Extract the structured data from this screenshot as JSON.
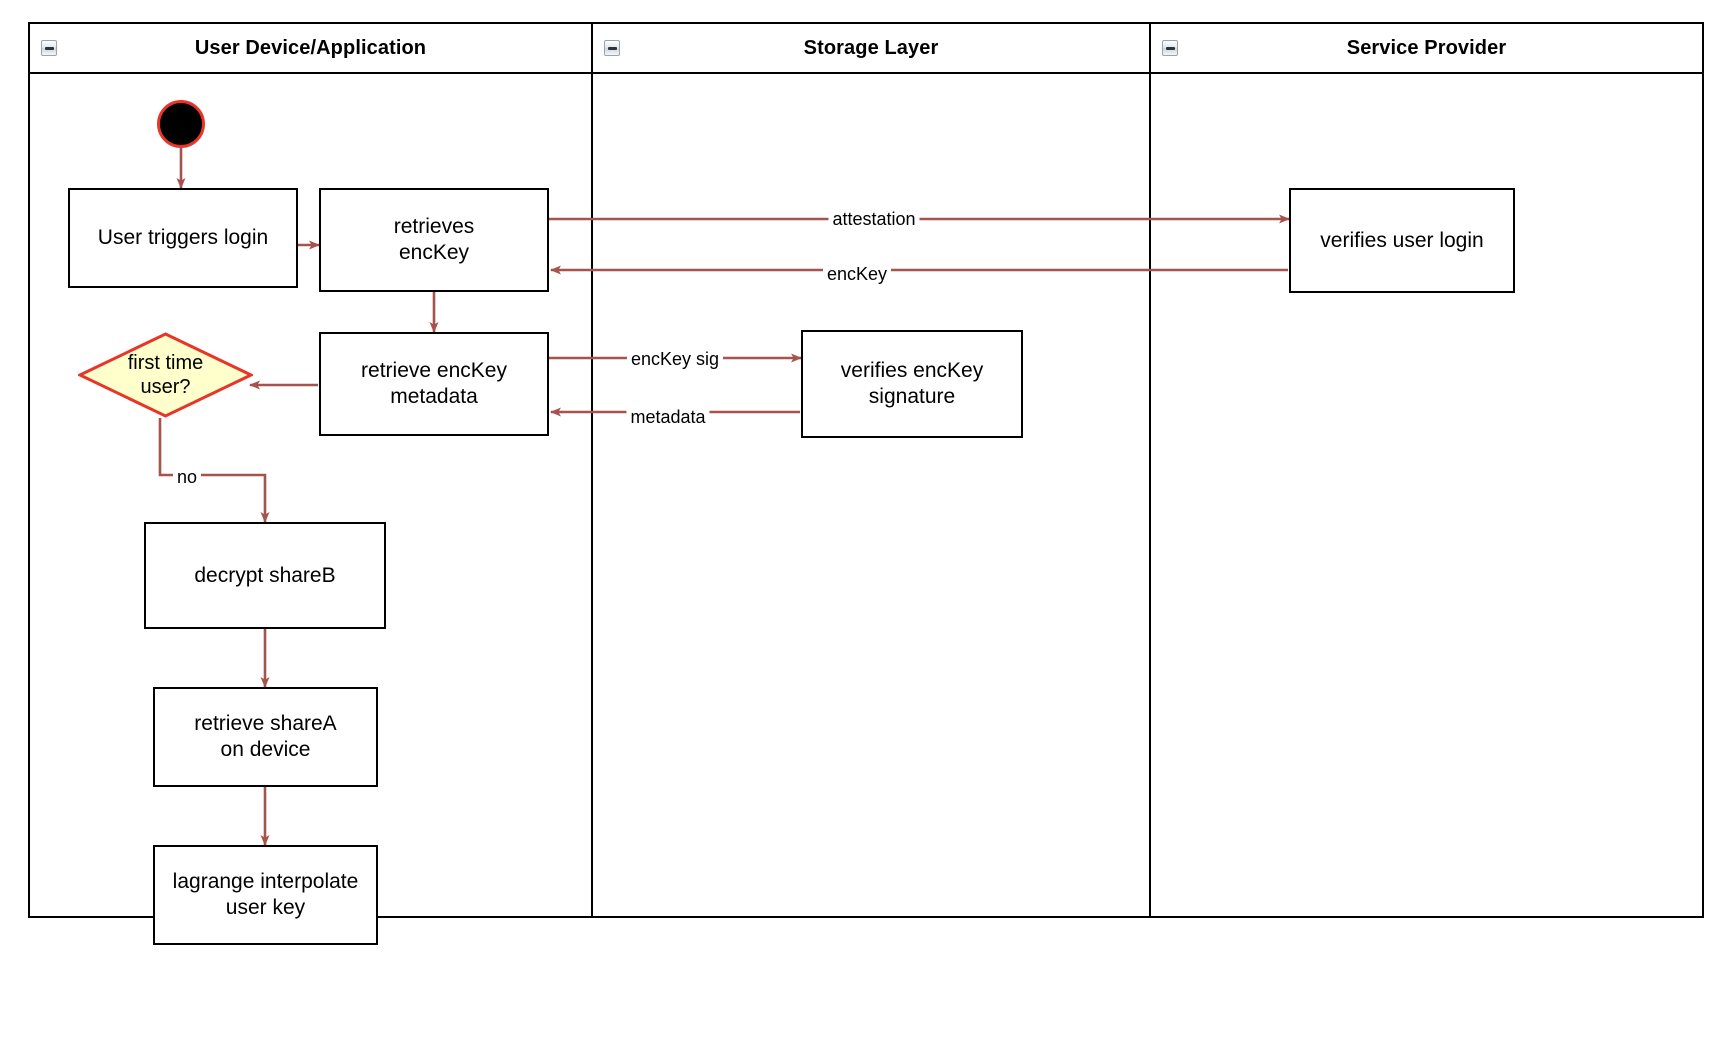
{
  "diagram": {
    "type": "swimlane-activity-diagram",
    "lanes": [
      {
        "id": "user-device",
        "title": "User Device/Application",
        "collapse_icon": "collapse-minus-icon"
      },
      {
        "id": "storage-layer",
        "title": "Storage Layer",
        "collapse_icon": "collapse-minus-icon"
      },
      {
        "id": "service-provider",
        "title": "Service Provider",
        "collapse_icon": "collapse-minus-icon"
      }
    ],
    "nodes": [
      {
        "id": "start",
        "kind": "start",
        "lane": "user-device",
        "label": ""
      },
      {
        "id": "user-triggers-login",
        "kind": "activity",
        "lane": "user-device",
        "label": "User triggers login"
      },
      {
        "id": "retrieves-enckey",
        "kind": "activity",
        "lane": "user-device",
        "label": "retrieves\nencKey"
      },
      {
        "id": "retrieve-enckey-metadata",
        "kind": "activity",
        "lane": "user-device",
        "label": "retrieve encKey\nmetadata"
      },
      {
        "id": "first-time-user",
        "kind": "decision",
        "lane": "user-device",
        "label": "first time\nuser?"
      },
      {
        "id": "decrypt-shareb",
        "kind": "activity",
        "lane": "user-device",
        "label": "decrypt shareB"
      },
      {
        "id": "retrieve-sharea-on-device",
        "kind": "activity",
        "lane": "user-device",
        "label": "retrieve shareA\non device"
      },
      {
        "id": "lagrange-interpolate-user-key",
        "kind": "activity",
        "lane": "user-device",
        "label": "lagrange interpolate\nuser key"
      },
      {
        "id": "verifies-enckey-signature",
        "kind": "activity",
        "lane": "storage-layer",
        "label": "verifies encKey\nsignature"
      },
      {
        "id": "verifies-user-login",
        "kind": "activity",
        "lane": "service-provider",
        "label": "verifies user login"
      }
    ],
    "edges": [
      {
        "id": "e-start-login",
        "from": "start",
        "to": "user-triggers-login",
        "label": ""
      },
      {
        "id": "e-login-retrieves",
        "from": "user-triggers-login",
        "to": "retrieves-enckey",
        "label": ""
      },
      {
        "id": "e-attestation",
        "from": "retrieves-enckey",
        "to": "verifies-user-login",
        "label": "attestation"
      },
      {
        "id": "e-enckey",
        "from": "verifies-user-login",
        "to": "retrieves-enckey",
        "label": "encKey"
      },
      {
        "id": "e-retrieves-metadata",
        "from": "retrieves-enckey",
        "to": "retrieve-enckey-metadata",
        "label": ""
      },
      {
        "id": "e-enckey-sig",
        "from": "retrieve-enckey-metadata",
        "to": "verifies-enckey-signature",
        "label": "encKey sig"
      },
      {
        "id": "e-metadata",
        "from": "verifies-enckey-signature",
        "to": "retrieve-enckey-metadata",
        "label": "metadata"
      },
      {
        "id": "e-metadata-decision",
        "from": "retrieve-enckey-metadata",
        "to": "first-time-user",
        "label": ""
      },
      {
        "id": "e-no",
        "from": "first-time-user",
        "to": "decrypt-shareb",
        "label": "no"
      },
      {
        "id": "e-decrypt-retrieve",
        "from": "decrypt-shareb",
        "to": "retrieve-sharea-on-device",
        "label": ""
      },
      {
        "id": "e-retrieve-lagrange",
        "from": "retrieve-sharea-on-device",
        "to": "lagrange-interpolate-user-key",
        "label": ""
      }
    ],
    "colors": {
      "edge": "#a5534c",
      "node_border": "#000000",
      "node_fill": "#ffffff",
      "decision_fill": "#ffffcc",
      "decision_border": "#e8352a",
      "start_fill": "#000000",
      "start_ring": "#e8352a",
      "lane_border": "#000000",
      "canvas": "#ffffff"
    }
  }
}
